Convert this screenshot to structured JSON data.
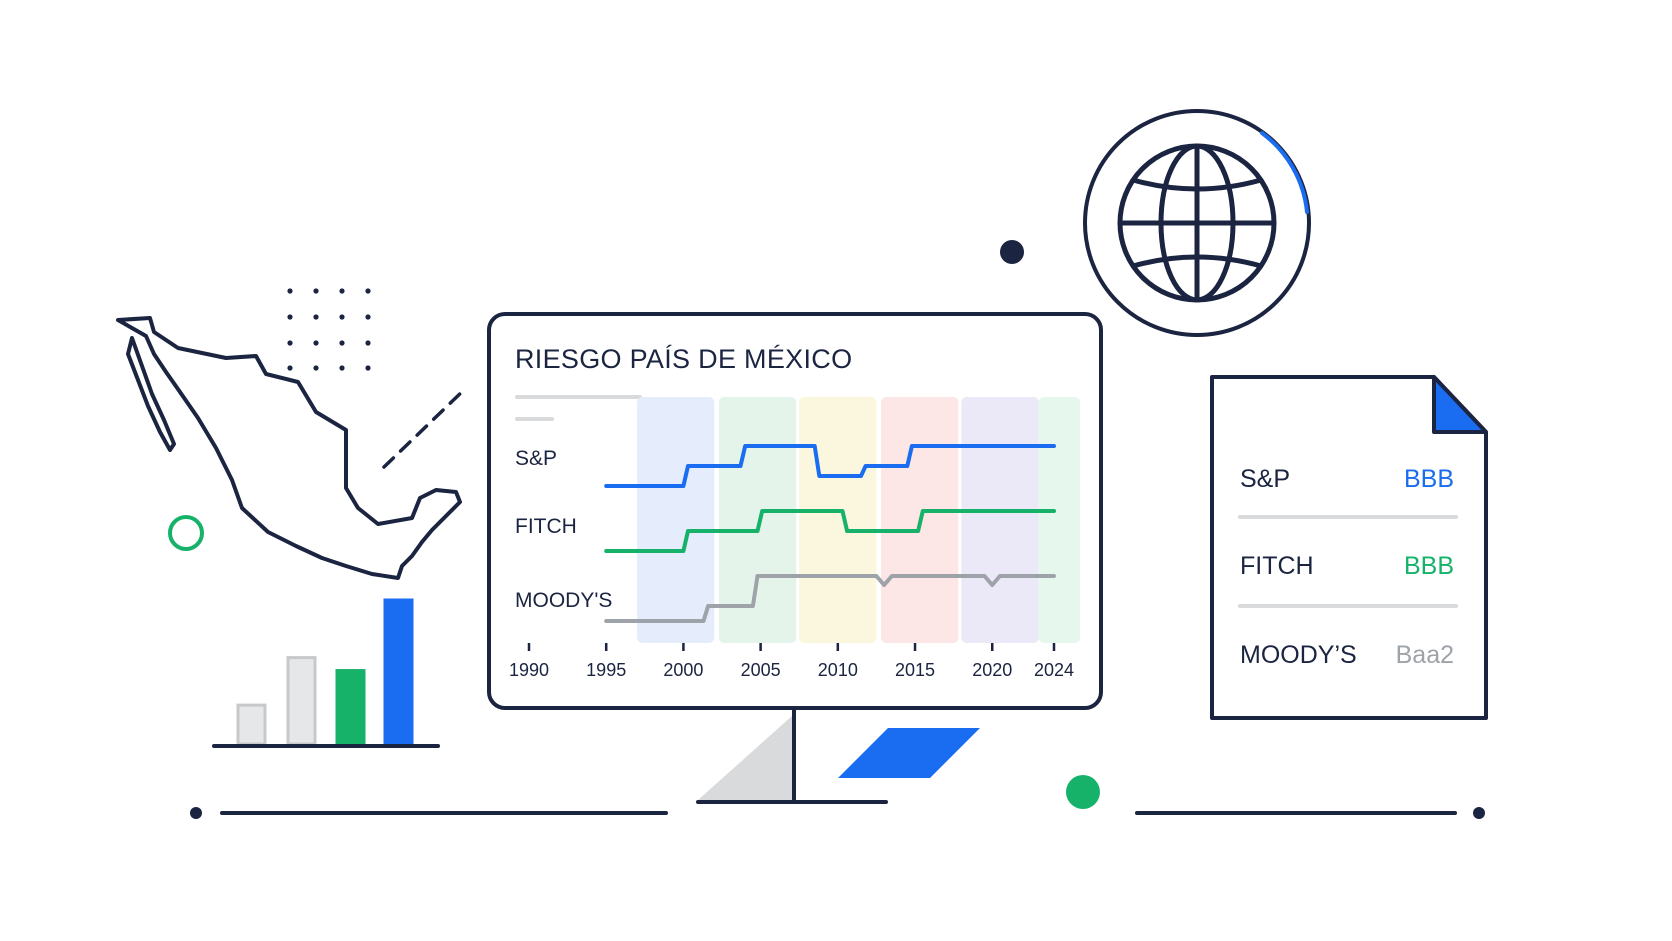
{
  "colors": {
    "ink": "#1b2440",
    "blue": "#1a6cf0",
    "green": "#17b26a",
    "gray": "#9ea3a9",
    "light_gray": "#d9dadc"
  },
  "icons": [
    "mexico-map-icon",
    "globe-icon",
    "document-icon",
    "monitor-icon",
    "bar-chart-icon"
  ],
  "chart_data": {
    "type": "line",
    "title": "RIESGO PAÍS DE MÉXICO",
    "x_ticks": [
      "1990",
      "1995",
      "2000",
      "2005",
      "2010",
      "2015",
      "2020",
      "2024"
    ],
    "xlim": [
      1990,
      2024
    ],
    "bands": [
      {
        "from": 1997,
        "to": 2002,
        "color": "#e5ecfb"
      },
      {
        "from": 2002.3,
        "to": 2007.3,
        "color": "#e4f4ea"
      },
      {
        "from": 2007.5,
        "to": 2012.5,
        "color": "#fbf7df"
      },
      {
        "from": 2012.8,
        "to": 2017.8,
        "color": "#fce6e6"
      },
      {
        "from": 2018,
        "to": 2023,
        "color": "#ebe9f7"
      },
      {
        "from": 2023,
        "to": 2026.5,
        "color": "#e6f7ee"
      }
    ],
    "series": [
      {
        "name": "S&P",
        "color": "#1a6cf0",
        "x": [
          1995,
          2000,
          2000.3,
          2003.7,
          2004,
          2008.5,
          2008.8,
          2011.5,
          2011.8,
          2014.5,
          2014.8,
          2024
        ],
        "y": [
          4,
          4,
          5,
          5,
          6,
          6,
          4.5,
          4.5,
          5,
          5,
          6,
          6
        ]
      },
      {
        "name": "FITCH",
        "color": "#17b26a",
        "x": [
          1995,
          2000,
          2000.3,
          2004.8,
          2005.1,
          2010.3,
          2010.6,
          2015.2,
          2015.5,
          2024
        ],
        "y": [
          4,
          4,
          5,
          5,
          6,
          6,
          5,
          5,
          6,
          6
        ]
      },
      {
        "name": "MOODY'S",
        "color": "#9ea3a9",
        "x": [
          1995,
          2001.3,
          2001.6,
          2004.5,
          2004.8,
          2012.5,
          2013,
          2013.5,
          2019.5,
          2020,
          2020.5,
          2024
        ],
        "y": [
          4,
          4,
          5,
          5,
          7,
          7,
          6.4,
          7,
          7,
          6.4,
          7,
          7
        ]
      }
    ]
  },
  "ratings_card": {
    "rows": [
      {
        "agency": "S&P",
        "rating": "BBB",
        "color": "#1a6cf0"
      },
      {
        "agency": "FITCH",
        "rating": "BBB",
        "color": "#17b26a"
      },
      {
        "agency": "MOODY’S",
        "rating": "Baa2",
        "color": "#9ea3a9"
      }
    ]
  },
  "bars": [
    {
      "value": 0.27,
      "color": "#d9dadc"
    },
    {
      "value": 0.6,
      "color": "#d9dadc"
    },
    {
      "value": 0.51,
      "color": "#17b26a"
    },
    {
      "value": 1.0,
      "color": "#1a6cf0"
    }
  ]
}
